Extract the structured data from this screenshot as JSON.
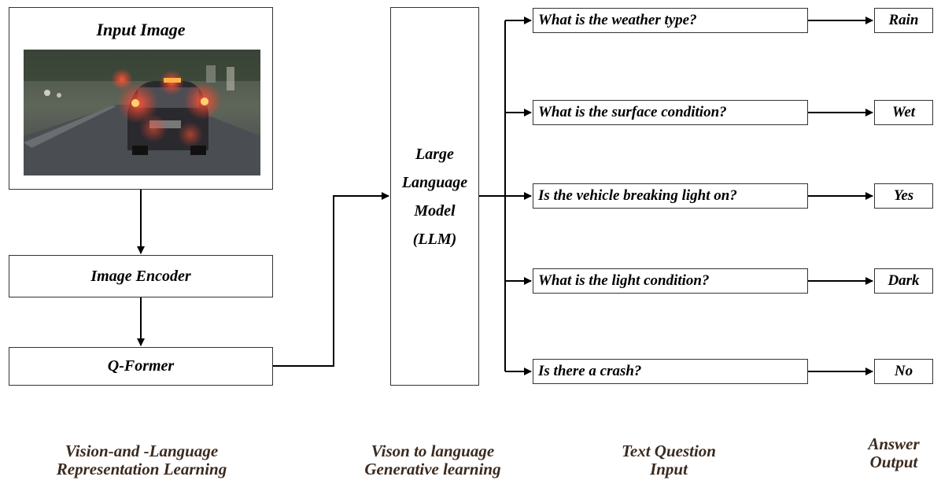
{
  "input_image": {
    "title": "Input Image"
  },
  "image_encoder": {
    "label": "Image Encoder"
  },
  "qformer": {
    "label": "Q-Former"
  },
  "llm": {
    "lines": [
      "Large",
      "Language",
      "Model",
      "(LLM)"
    ]
  },
  "questions": [
    "What is the weather type?",
    "What is the surface condition?",
    "Is the vehicle breaking light on?",
    "What is the light condition?",
    "Is there a crash?"
  ],
  "answers": [
    "Rain",
    "Wet",
    "Yes",
    "Dark",
    "No"
  ],
  "captions": {
    "vision": [
      "Vision-and -Language",
      "Representation Learning"
    ],
    "generative": [
      "Vison to language",
      "Generative learning"
    ],
    "question": [
      "Text Question",
      "Input"
    ],
    "answer": [
      "Answer",
      "Output"
    ]
  },
  "colors": {
    "caption_text": "#3b2a1e",
    "border": "#333333"
  }
}
